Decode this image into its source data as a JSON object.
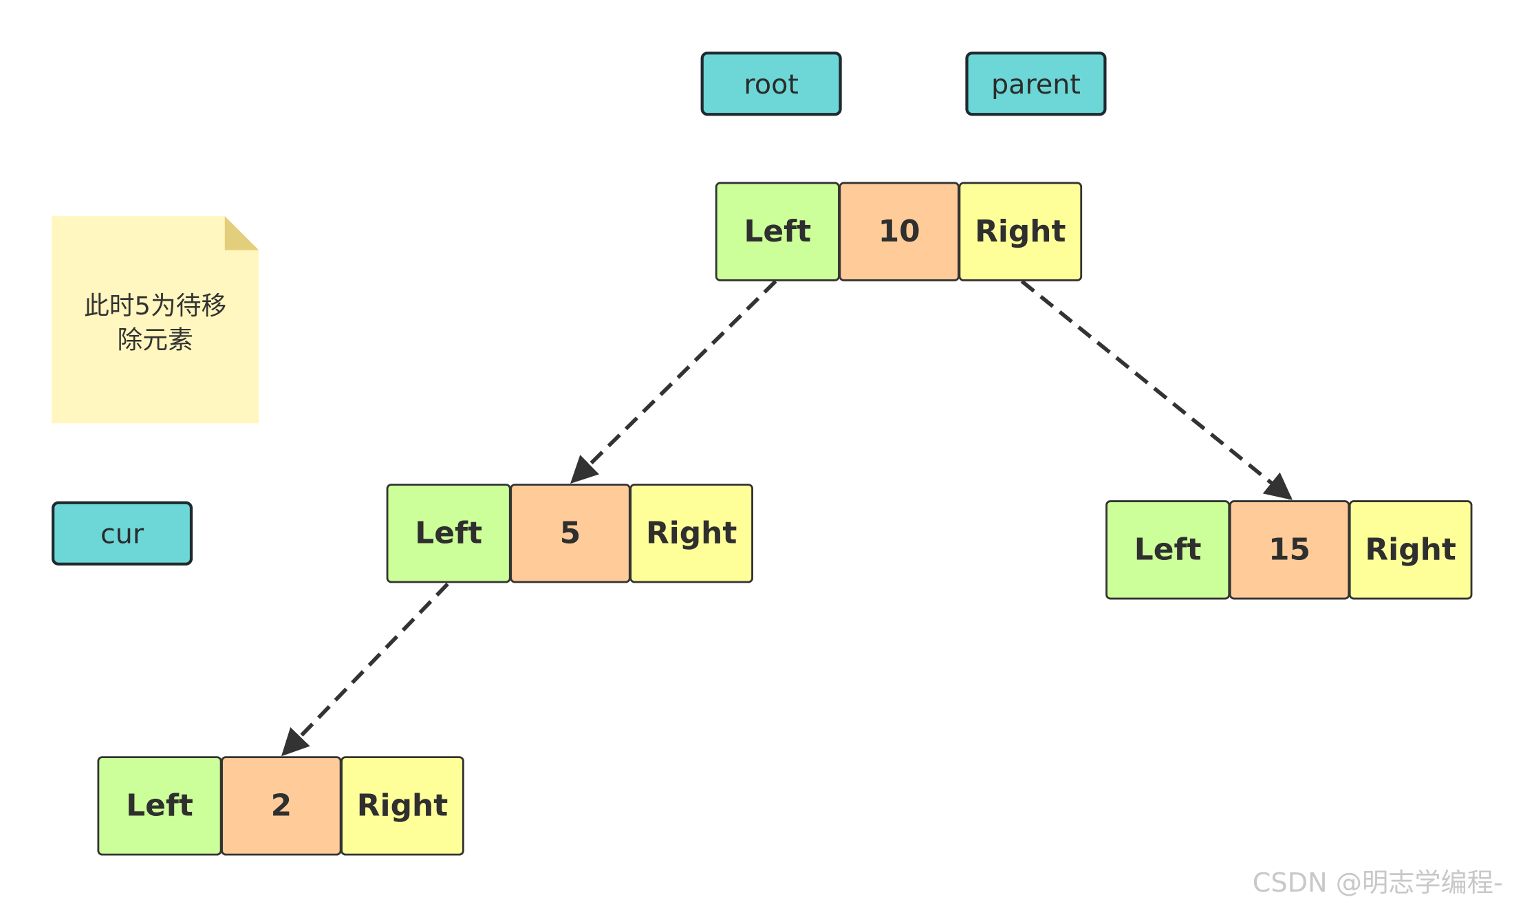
{
  "colors": {
    "pointer_fill": "#6dd7d7",
    "left_cell": "#ccff99",
    "value_cell": "#ffcc99",
    "right_cell": "#ffff99",
    "note_fill": "#fff7bf",
    "edge": "#333333"
  },
  "pointers": {
    "root": "root",
    "parent": "parent",
    "cur": "cur"
  },
  "note": {
    "line1": "此时5为待移",
    "line2": "除元素"
  },
  "nodes": {
    "n10": {
      "left": "Left",
      "value": "10",
      "right": "Right"
    },
    "n5": {
      "left": "Left",
      "value": "5",
      "right": "Right"
    },
    "n15": {
      "left": "Left",
      "value": "15",
      "right": "Right"
    },
    "n2": {
      "left": "Left",
      "value": "2",
      "right": "Right"
    }
  },
  "edges": [
    {
      "from": "n10.left",
      "to": "n5"
    },
    {
      "from": "n10.right",
      "to": "n15"
    },
    {
      "from": "n5.left",
      "to": "n2"
    }
  ],
  "watermark": "CSDN @明志学编程-"
}
